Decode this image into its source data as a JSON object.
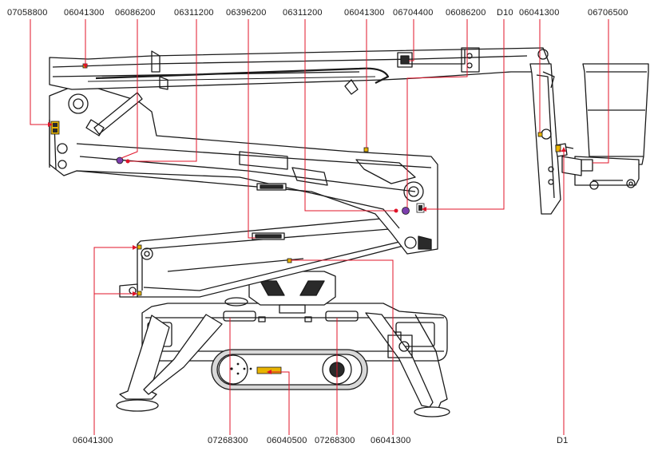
{
  "diagram": {
    "type": "decal-location-drawing",
    "subject": "tracked spider aerial work platform (side view)",
    "colors": {
      "leader": "#e0142a",
      "decal_yellow": "#e8b400",
      "decal_purple": "#7d3fae",
      "decal_dark": "#2a2a2a",
      "outline": "#1a1a1a",
      "body_fill": "#ffffff",
      "track_fill": "#d8d8d8"
    },
    "top_labels": [
      "07058800",
      "06041300",
      "06086200",
      "06311200",
      "06396200",
      "06311200",
      "06041300",
      "06704400",
      "06086200",
      "D10",
      "06041300",
      "06706500"
    ],
    "bottom_labels": [
      "06041300",
      "07268300",
      "06040500",
      "07268300",
      "06041300",
      "D1"
    ]
  }
}
